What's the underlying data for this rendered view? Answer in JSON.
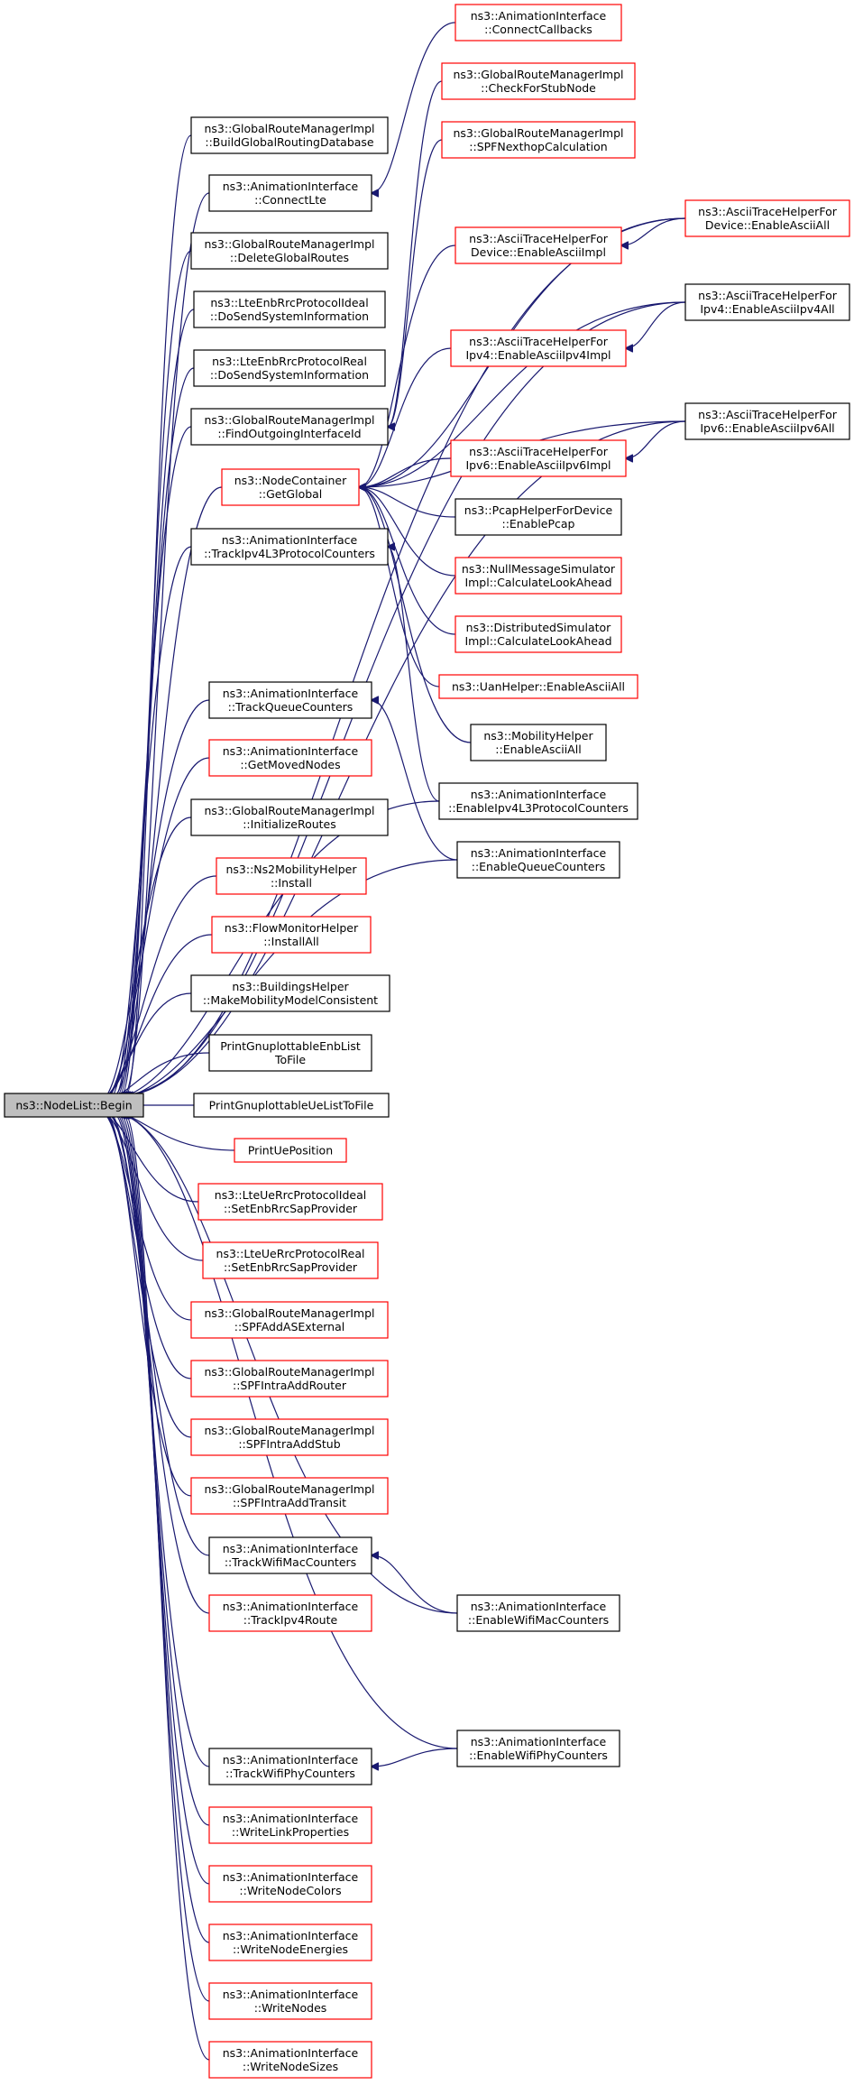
{
  "colors": {
    "edge": "#191970",
    "node_border_linked": "#ff0000",
    "node_border_plain": "#000000",
    "focus_fill": "#bfbfbf"
  },
  "nodes": {
    "n_begin": {
      "lines": [
        "ns3::NodeList::Begin"
      ],
      "style": "focus"
    },
    "n_build_global": {
      "lines": [
        "ns3::GlobalRouteManagerImpl",
        "::BuildGlobalRoutingDatabase"
      ],
      "style": "plain"
    },
    "n_connect_lte": {
      "lines": [
        "ns3::AnimationInterface",
        "::ConnectLte"
      ],
      "style": "plain"
    },
    "n_delete_routes": {
      "lines": [
        "ns3::GlobalRouteManagerImpl",
        "::DeleteGlobalRoutes"
      ],
      "style": "plain"
    },
    "n_dosend_ideal": {
      "lines": [
        "ns3::LteEnbRrcProtocolIdeal",
        "::DoSendSystemInformation"
      ],
      "style": "plain"
    },
    "n_dosend_real": {
      "lines": [
        "ns3::LteEnbRrcProtocolReal",
        "::DoSendSystemInformation"
      ],
      "style": "plain"
    },
    "n_find_outgoing": {
      "lines": [
        "ns3::GlobalRouteManagerImpl",
        "::FindOutgoingInterfaceId"
      ],
      "style": "plain"
    },
    "n_get_global": {
      "lines": [
        "ns3::NodeContainer",
        "::GetGlobal"
      ],
      "style": "linked"
    },
    "n_track_ipv4l3": {
      "lines": [
        "ns3::AnimationInterface",
        "::TrackIpv4L3ProtocolCounters"
      ],
      "style": "plain"
    },
    "n_track_queue": {
      "lines": [
        "ns3::AnimationInterface",
        "::TrackQueueCounters"
      ],
      "style": "plain"
    },
    "n_get_moved": {
      "lines": [
        "ns3::AnimationInterface",
        "::GetMovedNodes"
      ],
      "style": "linked"
    },
    "n_init_routes": {
      "lines": [
        "ns3::GlobalRouteManagerImpl",
        "::InitializeRoutes"
      ],
      "style": "plain"
    },
    "n_ns2_install": {
      "lines": [
        "ns3::Ns2MobilityHelper",
        "::Install"
      ],
      "style": "linked"
    },
    "n_flow_install": {
      "lines": [
        "ns3::FlowMonitorHelper",
        "::InstallAll"
      ],
      "style": "linked"
    },
    "n_buildings": {
      "lines": [
        "ns3::BuildingsHelper",
        "::MakeMobilityModelConsistent"
      ],
      "style": "plain"
    },
    "n_print_enb": {
      "lines": [
        "PrintGnuplottableEnbList",
        "ToFile"
      ],
      "style": "plain"
    },
    "n_print_ue_list": {
      "lines": [
        "PrintGnuplottableUeListToFile"
      ],
      "style": "plain"
    },
    "n_print_ue_pos": {
      "lines": [
        "PrintUePosition"
      ],
      "style": "linked"
    },
    "n_set_enb_ideal": {
      "lines": [
        "ns3::LteUeRrcProtocolIdeal",
        "::SetEnbRrcSapProvider"
      ],
      "style": "linked"
    },
    "n_set_enb_real": {
      "lines": [
        "ns3::LteUeRrcProtocolReal",
        "::SetEnbRrcSapProvider"
      ],
      "style": "linked"
    },
    "n_spf_asext": {
      "lines": [
        "ns3::GlobalRouteManagerImpl",
        "::SPFAddASExternal"
      ],
      "style": "linked"
    },
    "n_spf_router": {
      "lines": [
        "ns3::GlobalRouteManagerImpl",
        "::SPFIntraAddRouter"
      ],
      "style": "linked"
    },
    "n_spf_stub": {
      "lines": [
        "ns3::GlobalRouteManagerImpl",
        "::SPFIntraAddStub"
      ],
      "style": "linked"
    },
    "n_spf_transit": {
      "lines": [
        "ns3::GlobalRouteManagerImpl",
        "::SPFIntraAddTransit"
      ],
      "style": "linked"
    },
    "n_track_wifimac": {
      "lines": [
        "ns3::AnimationInterface",
        "::TrackWifiMacCounters"
      ],
      "style": "plain"
    },
    "n_track_ipv4route": {
      "lines": [
        "ns3::AnimationInterface",
        "::TrackIpv4Route"
      ],
      "style": "linked"
    },
    "n_track_wifiphy": {
      "lines": [
        "ns3::AnimationInterface",
        "::TrackWifiPhyCounters"
      ],
      "style": "plain"
    },
    "n_write_link": {
      "lines": [
        "ns3::AnimationInterface",
        "::WriteLinkProperties"
      ],
      "style": "linked"
    },
    "n_write_colors": {
      "lines": [
        "ns3::AnimationInterface",
        "::WriteNodeColors"
      ],
      "style": "linked"
    },
    "n_write_energies": {
      "lines": [
        "ns3::AnimationInterface",
        "::WriteNodeEnergies"
      ],
      "style": "linked"
    },
    "n_write_nodes": {
      "lines": [
        "ns3::AnimationInterface",
        "::WriteNodes"
      ],
      "style": "linked"
    },
    "n_write_sizes": {
      "lines": [
        "ns3::AnimationInterface",
        "::WriteNodeSizes"
      ],
      "style": "linked"
    },
    "n_connect_callbacks": {
      "lines": [
        "ns3::AnimationInterface",
        "::ConnectCallbacks"
      ],
      "style": "linked"
    },
    "n_check_stub": {
      "lines": [
        "ns3::GlobalRouteManagerImpl",
        "::CheckForStubNode"
      ],
      "style": "linked"
    },
    "n_spf_nexthop": {
      "lines": [
        "ns3::GlobalRouteManagerImpl",
        "::SPFNexthopCalculation"
      ],
      "style": "linked"
    },
    "n_ascii_dev_impl": {
      "lines": [
        "ns3::AsciiTraceHelperFor",
        "Device::EnableAsciiImpl"
      ],
      "style": "linked"
    },
    "n_ascii_ipv4_impl": {
      "lines": [
        "ns3::AsciiTraceHelperFor",
        "Ipv4::EnableAsciiIpv4Impl"
      ],
      "style": "linked"
    },
    "n_ascii_ipv6_impl": {
      "lines": [
        "ns3::AsciiTraceHelperFor",
        "Ipv6::EnableAsciiIpv6Impl"
      ],
      "style": "linked"
    },
    "n_pcap": {
      "lines": [
        "ns3::PcapHelperForDevice",
        "::EnablePcap"
      ],
      "style": "plain"
    },
    "n_nullmsg": {
      "lines": [
        "ns3::NullMessageSimulator",
        "Impl::CalculateLookAhead"
      ],
      "style": "linked"
    },
    "n_distributed": {
      "lines": [
        "ns3::DistributedSimulator",
        "Impl::CalculateLookAhead"
      ],
      "style": "linked"
    },
    "n_uan": {
      "lines": [
        "ns3::UanHelper::EnableAsciiAll"
      ],
      "style": "linked"
    },
    "n_mobility": {
      "lines": [
        "ns3::MobilityHelper",
        "::EnableAsciiAll"
      ],
      "style": "plain"
    },
    "n_enable_ipv4l3": {
      "lines": [
        "ns3::AnimationInterface",
        "::EnableIpv4L3ProtocolCounters"
      ],
      "style": "plain"
    },
    "n_enable_queue": {
      "lines": [
        "ns3::AnimationInterface",
        "::EnableQueueCounters"
      ],
      "style": "plain"
    },
    "n_enable_wifimac": {
      "lines": [
        "ns3::AnimationInterface",
        "::EnableWifiMacCounters"
      ],
      "style": "plain"
    },
    "n_enable_wifiphy": {
      "lines": [
        "ns3::AnimationInterface",
        "::EnableWifiPhyCounters"
      ],
      "style": "plain"
    },
    "n_ascii_dev_all": {
      "lines": [
        "ns3::AsciiTraceHelperFor",
        "Device::EnableAsciiAll"
      ],
      "style": "linked"
    },
    "n_ascii_ipv4_all": {
      "lines": [
        "ns3::AsciiTraceHelperFor",
        "Ipv4::EnableAsciiIpv4All"
      ],
      "style": "plain"
    },
    "n_ascii_ipv6_all": {
      "lines": [
        "ns3::AsciiTraceHelperFor",
        "Ipv6::EnableAsciiIpv6All"
      ],
      "style": "plain"
    }
  },
  "edges": [
    [
      "n_build_global",
      "n_begin"
    ],
    [
      "n_connect_lte",
      "n_begin"
    ],
    [
      "n_delete_routes",
      "n_begin"
    ],
    [
      "n_dosend_ideal",
      "n_begin"
    ],
    [
      "n_dosend_real",
      "n_begin"
    ],
    [
      "n_find_outgoing",
      "n_begin"
    ],
    [
      "n_get_global",
      "n_begin"
    ],
    [
      "n_track_ipv4l3",
      "n_begin"
    ],
    [
      "n_track_queue",
      "n_begin"
    ],
    [
      "n_get_moved",
      "n_begin"
    ],
    [
      "n_init_routes",
      "n_begin"
    ],
    [
      "n_ns2_install",
      "n_begin"
    ],
    [
      "n_flow_install",
      "n_begin"
    ],
    [
      "n_buildings",
      "n_begin"
    ],
    [
      "n_print_enb",
      "n_begin"
    ],
    [
      "n_print_ue_list",
      "n_begin"
    ],
    [
      "n_print_ue_pos",
      "n_begin"
    ],
    [
      "n_set_enb_ideal",
      "n_begin"
    ],
    [
      "n_set_enb_real",
      "n_begin"
    ],
    [
      "n_spf_asext",
      "n_begin"
    ],
    [
      "n_spf_router",
      "n_begin"
    ],
    [
      "n_spf_stub",
      "n_begin"
    ],
    [
      "n_spf_transit",
      "n_begin"
    ],
    [
      "n_track_wifimac",
      "n_begin"
    ],
    [
      "n_track_ipv4route",
      "n_begin"
    ],
    [
      "n_track_wifiphy",
      "n_begin"
    ],
    [
      "n_write_link",
      "n_begin"
    ],
    [
      "n_write_colors",
      "n_begin"
    ],
    [
      "n_write_energies",
      "n_begin"
    ],
    [
      "n_write_nodes",
      "n_begin"
    ],
    [
      "n_write_sizes",
      "n_begin"
    ],
    [
      "n_enable_ipv4l3",
      "n_begin"
    ],
    [
      "n_enable_queue",
      "n_begin"
    ],
    [
      "n_enable_wifimac",
      "n_begin"
    ],
    [
      "n_enable_wifiphy",
      "n_begin"
    ],
    [
      "n_ascii_dev_all",
      "n_begin"
    ],
    [
      "n_ascii_ipv4_all",
      "n_begin"
    ],
    [
      "n_ascii_ipv6_all",
      "n_begin"
    ],
    [
      "n_connect_callbacks",
      "n_connect_lte"
    ],
    [
      "n_check_stub",
      "n_find_outgoing"
    ],
    [
      "n_spf_nexthop",
      "n_find_outgoing"
    ],
    [
      "n_ascii_dev_impl",
      "n_get_global"
    ],
    [
      "n_ascii_ipv4_impl",
      "n_get_global"
    ],
    [
      "n_ascii_ipv6_impl",
      "n_get_global"
    ],
    [
      "n_pcap",
      "n_get_global"
    ],
    [
      "n_nullmsg",
      "n_get_global"
    ],
    [
      "n_distributed",
      "n_get_global"
    ],
    [
      "n_uan",
      "n_get_global"
    ],
    [
      "n_mobility",
      "n_get_global"
    ],
    [
      "n_ascii_dev_all",
      "n_get_global"
    ],
    [
      "n_ascii_ipv4_all",
      "n_get_global"
    ],
    [
      "n_ascii_ipv6_all",
      "n_get_global"
    ],
    [
      "n_enable_ipv4l3",
      "n_track_ipv4l3"
    ],
    [
      "n_enable_queue",
      "n_track_queue"
    ],
    [
      "n_enable_wifimac",
      "n_track_wifimac"
    ],
    [
      "n_enable_wifiphy",
      "n_track_wifiphy"
    ],
    [
      "n_ascii_dev_all",
      "n_ascii_dev_impl"
    ],
    [
      "n_ascii_ipv4_all",
      "n_ascii_ipv4_impl"
    ],
    [
      "n_ascii_ipv6_all",
      "n_ascii_ipv6_impl"
    ]
  ]
}
